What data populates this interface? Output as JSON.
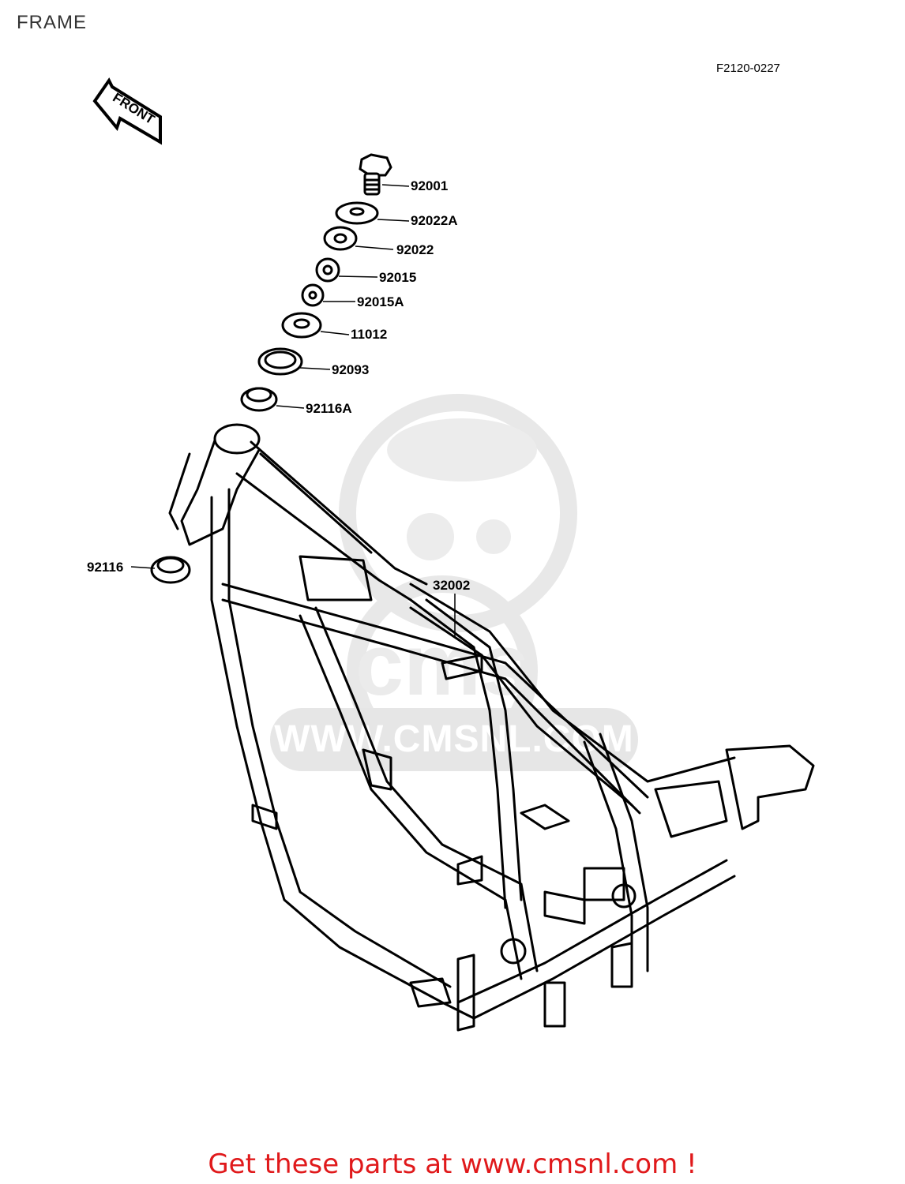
{
  "header": {
    "title": "FRAME",
    "diagram_code": "F2120-0227"
  },
  "front_arrow": {
    "label": "FRONT"
  },
  "parts": [
    {
      "number": "92001"
    },
    {
      "number": "92022A"
    },
    {
      "number": "92022"
    },
    {
      "number": "92015"
    },
    {
      "number": "92015A"
    },
    {
      "number": "11012"
    },
    {
      "number": "92093"
    },
    {
      "number": "92116A"
    },
    {
      "number": "92116"
    },
    {
      "number": "32002"
    }
  ],
  "watermark": {
    "text": "WWW.CMSNL.COM",
    "logo": "cms-logo"
  },
  "footer": {
    "cta": "Get these parts at www.cmsnl.com !"
  },
  "colors": {
    "cta": "#e0191b",
    "watermark": "#e6e6e6",
    "ink": "#000000"
  }
}
